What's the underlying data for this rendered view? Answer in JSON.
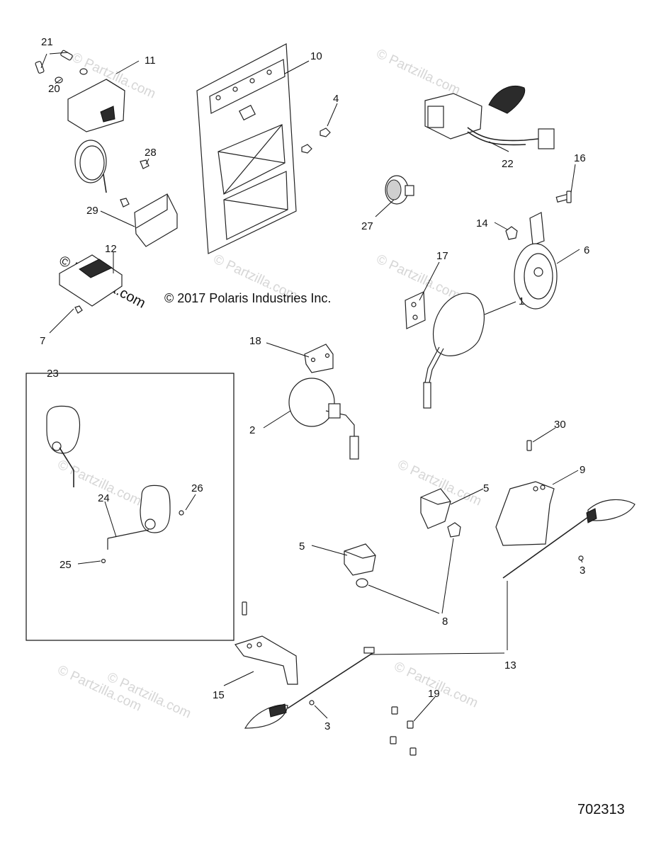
{
  "copyright": "© 2017  Polaris Industries Inc.",
  "diagram_number": "702313",
  "watermarks": [
    {
      "text": "© Partzilla.com"
    },
    {
      "text": "© Partzilla.com"
    },
    {
      "text": "© Partzilla.com"
    },
    {
      "text": "© Partzilla.com"
    },
    {
      "text": "© Partzilla.com"
    },
    {
      "text": "© Partzilla.com"
    },
    {
      "text": "© Partzilla.com"
    },
    {
      "text": "© Partzilla.com"
    },
    {
      "text": "© Partzilla.com"
    }
  ],
  "highlight_watermark": "© Partzilla.com",
  "callouts": [
    "21",
    "11",
    "10",
    "20",
    "4",
    "22",
    "28",
    "16",
    "29",
    "27",
    "14",
    "6",
    "12",
    "17",
    "1",
    "7",
    "18",
    "23",
    "2",
    "30",
    "9",
    "26",
    "24",
    "5",
    "25",
    "5",
    "3",
    "8",
    "13",
    "15",
    "19",
    "3"
  ],
  "colors": {
    "line": "#222222",
    "watermark": "#d6d6d6",
    "background": "#ffffff"
  }
}
